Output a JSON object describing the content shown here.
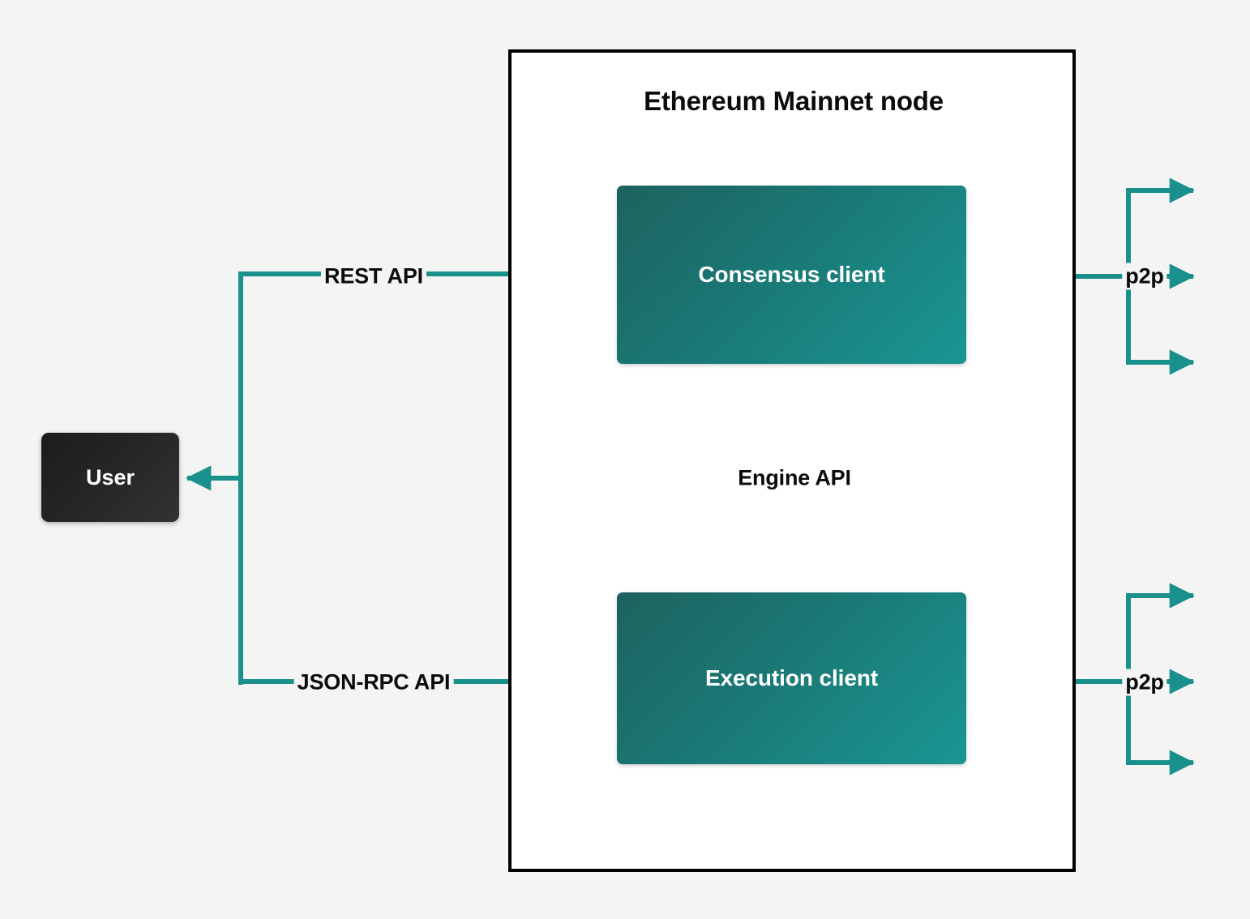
{
  "diagram": {
    "title": "Ethereum Mainnet node",
    "background_color": "#f4f4f4",
    "accent_color": "#19908b",
    "frame_color": "#000000"
  },
  "nodes": {
    "user": {
      "label": "User",
      "fill_from": "#1c1c1c",
      "fill_to": "#333333",
      "text_color": "#ffffff"
    },
    "consensus_client": {
      "label": "Consensus client",
      "fill_from": "#1d625f",
      "fill_to": "#199693",
      "text_color": "#ffffff"
    },
    "execution_client": {
      "label": "Execution client",
      "fill_from": "#1d625f",
      "fill_to": "#199693",
      "text_color": "#ffffff"
    }
  },
  "edges": {
    "rest_api": {
      "label": "REST API",
      "from": "user",
      "to": "consensus_client",
      "style": "solid"
    },
    "jsonrpc_api": {
      "label": "JSON-RPC API",
      "from": "user",
      "to": "execution_client",
      "style": "solid"
    },
    "engine_api": {
      "label": "Engine API",
      "from": "consensus_client",
      "to": "execution_client",
      "style": "solid-down + dashed-up",
      "bidirectional": true
    },
    "p2p_consensus": {
      "label": "p2p",
      "from": "network",
      "to": "consensus_client",
      "style": "solid"
    },
    "p2p_execution": {
      "label": "p2p",
      "from": "network",
      "to": "execution_client",
      "style": "solid"
    }
  }
}
